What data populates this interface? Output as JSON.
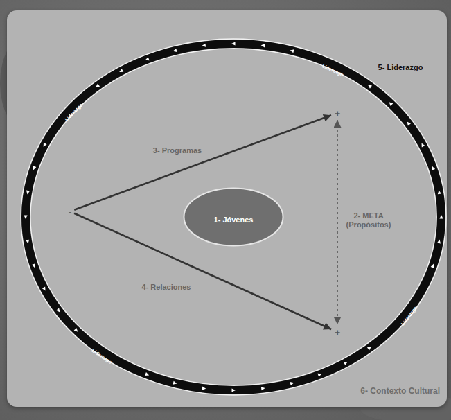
{
  "diagram": {
    "nodes": [
      {
        "text": [
          "6- Contexto Cultural"
        ]
      },
      {
        "text": [
          "5- Liderazgo",
          "Liderazgo",
          "Liderazgo",
          "Liderazgo",
          "Liderazgo"
        ],
        "in": 0
      },
      {
        "text": [
          "1- Jóvenes"
        ],
        "in": 1
      },
      {
        "text": [
          "-"
        ],
        "in": 1
      },
      {
        "text": [
          "+"
        ],
        "in": 1
      },
      {
        "text": [
          "+"
        ],
        "in": 1
      }
    ],
    "edges": [
      {
        "from": 3,
        "to": 4,
        "arrow": "to",
        "label": "3- Programas"
      },
      {
        "from": 3,
        "to": 5,
        "arrow": "to",
        "label": "4- Relaciones"
      },
      {
        "from": 4,
        "to": 5,
        "arrow": "both",
        "label": "2- META (Propósitos)"
      }
    ]
  }
}
